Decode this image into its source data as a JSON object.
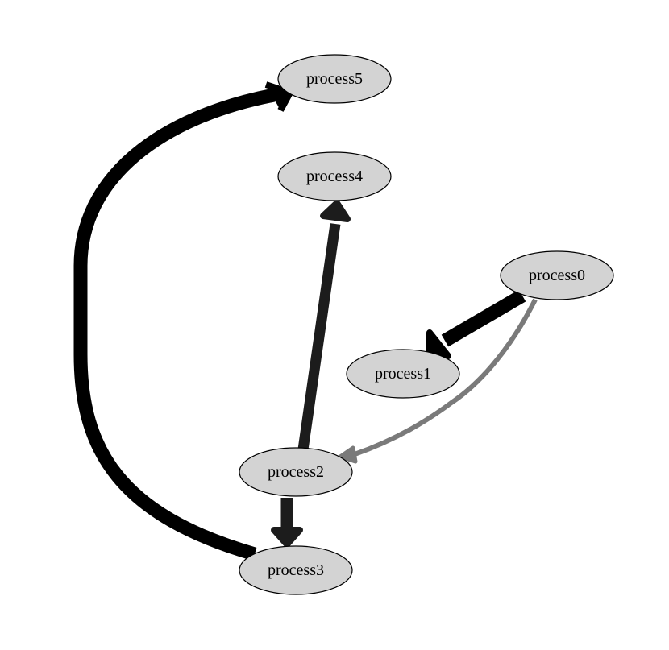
{
  "nodes": [
    {
      "id": "process0",
      "label": "process0"
    },
    {
      "id": "process1",
      "label": "process1"
    },
    {
      "id": "process2",
      "label": "process2"
    },
    {
      "id": "process3",
      "label": "process3"
    },
    {
      "id": "process4",
      "label": "process4"
    },
    {
      "id": "process5",
      "label": "process5"
    }
  ],
  "edges": [
    {
      "from": "process0",
      "to": "process1",
      "color": "#000000"
    },
    {
      "from": "process0",
      "to": "process2",
      "color": "#7a7a7a"
    },
    {
      "from": "process2",
      "to": "process4",
      "color": "#1c1c1c"
    },
    {
      "from": "process2",
      "to": "process3",
      "color": "#1c1c1c"
    },
    {
      "from": "process3",
      "to": "process5",
      "color": "#000000"
    }
  ],
  "colors": {
    "node_fill": "#d3d3d3",
    "node_stroke": "#000000",
    "background": "#ffffff"
  }
}
